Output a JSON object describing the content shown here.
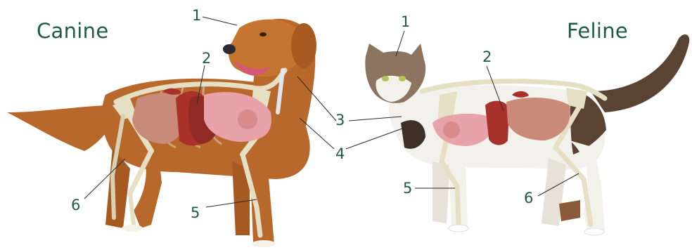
{
  "titles": {
    "canine": "Canine",
    "feline": "Feline"
  },
  "canine_labels": [
    "1",
    "2",
    "3",
    "4",
    "5",
    "6"
  ],
  "feline_labels": [
    "1",
    "2",
    "5",
    "6"
  ],
  "colors": {
    "accent": "#1f5c45",
    "dog_fur": "#b8682a",
    "cat_white": "#f3f1ec",
    "cat_tabby": "#5a4332",
    "bone": "#e5dfc4",
    "organ": "#d98a8a",
    "liver": "#a8322a"
  }
}
